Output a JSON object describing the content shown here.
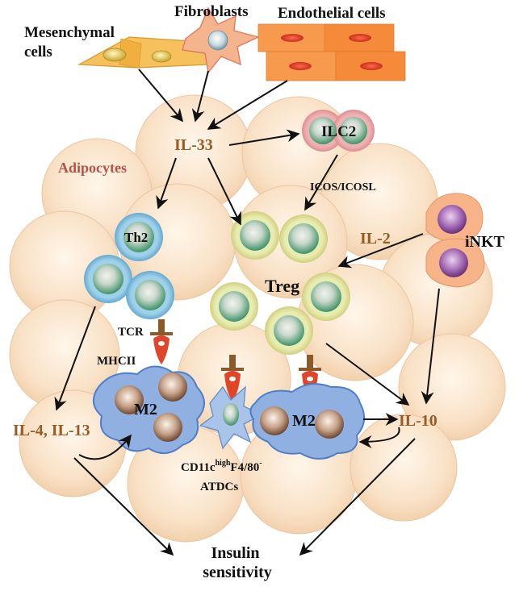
{
  "labels": {
    "mesenchymal_line1": "Mesenchymal",
    "mesenchymal_line2": "cells",
    "fibroblasts": "Fibroblasts",
    "endothelial": "Endothelial cells",
    "adipocytes": "Adipocytes",
    "il33": "IL-33",
    "ilc2": "ILC2",
    "icos": "ICOS/ICOSL",
    "inkt": "iNKT",
    "il2": "IL-2",
    "th2": "Th2",
    "treg": "Treg",
    "tcr": "TCR",
    "mhcii": "MHCII",
    "m2_left": "M2",
    "m2_right": "M2",
    "il4_il13": "IL-4, IL-13",
    "il10": "IL-10",
    "cd11c_prefix": "CD11c",
    "cd11c_sup1": "high",
    "cd11c_mid": "F4/80",
    "cd11c_sup2": "-",
    "atdcs": "ATDCs",
    "insulin_line1": "Insulin",
    "insulin_line2": "sensitivity"
  },
  "colors": {
    "cytokine": "#9a5a24",
    "adipocyte_label": "#b5524a",
    "text": "#111111",
    "adipocyte_fill": "#f8dcbc",
    "m2_fill": "#8fb0e0",
    "lymphocyte_core": "#5aa77f",
    "lymphocyte_halo_blue": "#6fb6da",
    "lymphocyte_halo_yellow": "#dfe69a",
    "ilc2_halo": "#e59a9c",
    "inkt_fill": "#f6b488",
    "inkt_nucleus": "#9a56a8",
    "mesenchymal_fill": "#f6c15c",
    "endothelial_fill": "#f48a3a"
  }
}
